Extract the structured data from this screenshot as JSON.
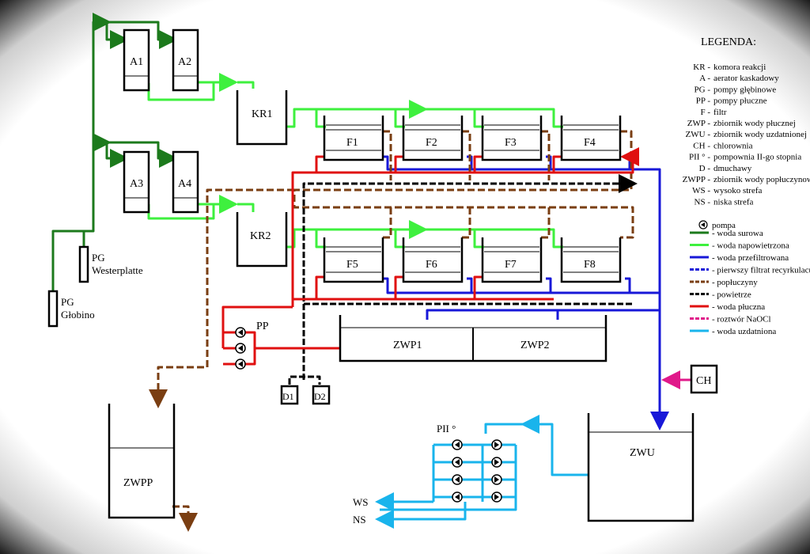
{
  "units": {
    "A1": "A1",
    "A2": "A2",
    "A3": "A3",
    "A4": "A4",
    "KR1": "KR1",
    "KR2": "KR2",
    "F1": "F1",
    "F2": "F2",
    "F3": "F3",
    "F4": "F4",
    "F5": "F5",
    "F6": "F6",
    "F7": "F7",
    "F8": "F8",
    "ZWP1": "ZWP1",
    "ZWP2": "ZWP2",
    "ZWU": "ZWU",
    "ZWPP": "ZWPP",
    "CH": "CH",
    "D1": "D1",
    "D2": "D2",
    "PP": "PP",
    "PII": "PII °",
    "WS": "WS",
    "NS": "NS",
    "pg_westerplatte": [
      "PG",
      "Westerplatte"
    ],
    "pg_globino": [
      "PG",
      "Głobino"
    ]
  },
  "legend": {
    "title": "LEGENDA:",
    "abbreviations": [
      {
        "code": "KR",
        "text": "komora reakcji"
      },
      {
        "code": "A",
        "text": "aerator kaskadowy"
      },
      {
        "code": "PG",
        "text": "pompy głębinowe"
      },
      {
        "code": "PP",
        "text": "pompy płuczne"
      },
      {
        "code": "F",
        "text": "filtr"
      },
      {
        "code": "ZWP",
        "text": "zbiornik wody płucznej"
      },
      {
        "code": "ZWU",
        "text": "zbiornik wody uzdatnionej"
      },
      {
        "code": "CH",
        "text": "chlorownia"
      },
      {
        "code": "PII °",
        "text": "pompownia II-go stopnia"
      },
      {
        "code": "D",
        "text": "dmuchawy"
      },
      {
        "code": "ZWPP",
        "text": "zbiornik wody popłuczynowej"
      },
      {
        "code": "WS",
        "text": "wysoko strefa"
      },
      {
        "code": "NS",
        "text": "niska strefa"
      }
    ],
    "pump_label": "pompa",
    "lines": [
      {
        "label": "woda surowa",
        "color": "#1c7a1c",
        "style": "solid"
      },
      {
        "label": "woda napowietrzona",
        "color": "#3ef03e",
        "style": "solid"
      },
      {
        "label": "woda przefiltrowana",
        "color": "#1818d8",
        "style": "solid"
      },
      {
        "label": "pierwszy filtrat recyrkulacujny",
        "color": "#1818d8",
        "style": "dashed"
      },
      {
        "label": "popłuczyny",
        "color": "#7a3e12",
        "style": "dashed"
      },
      {
        "label": "powietrze",
        "color": "#000000",
        "style": "dashed"
      },
      {
        "label": "woda płuczna",
        "color": "#e01010",
        "style": "solid"
      },
      {
        "label": "roztwór NaOCl",
        "color": "#e0198a",
        "style": "dashed"
      },
      {
        "label": "woda uzdatniona",
        "color": "#19b4ec",
        "style": "solid"
      }
    ]
  }
}
